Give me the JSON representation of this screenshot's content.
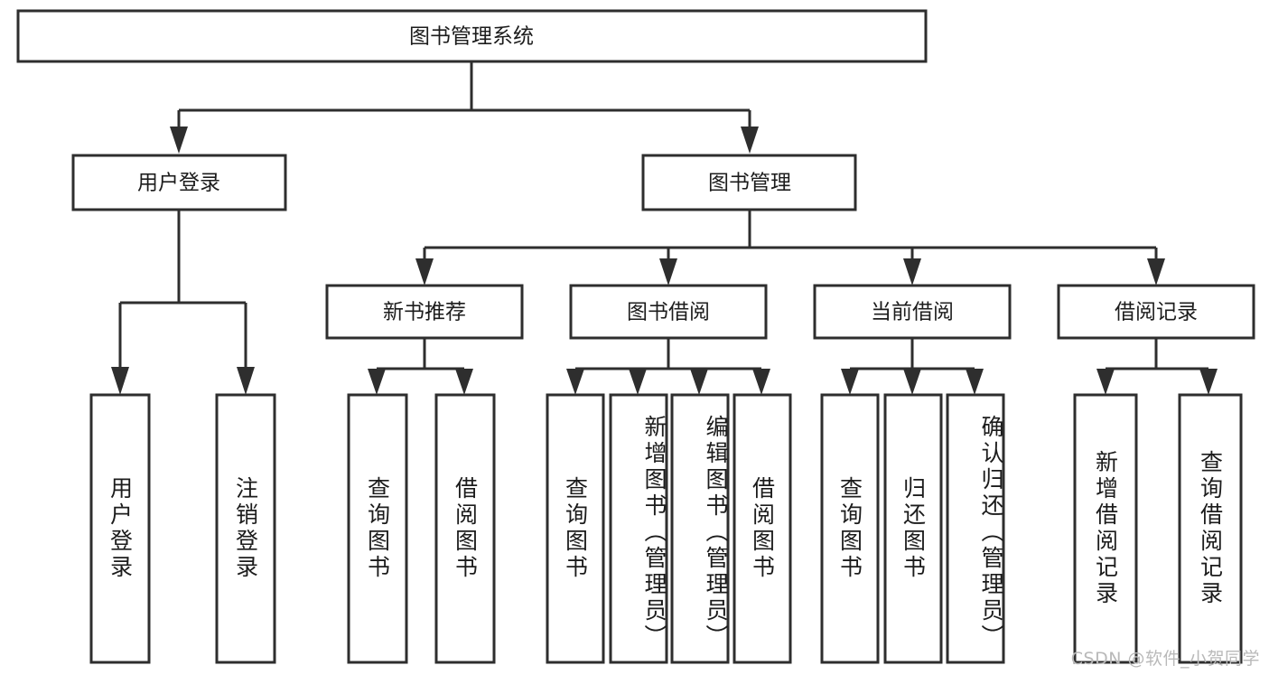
{
  "diagram": {
    "type": "tree-hierarchy-chart",
    "title": "图书管理系统",
    "watermark": "CSDN @软件_小贺同学",
    "colors": {
      "stroke": "#2e2e2e",
      "fill": "#ffffff",
      "text": "#1c1c1c",
      "watermark": "#b9b9b9"
    },
    "root": {
      "label": "图书管理系统"
    },
    "level1": [
      {
        "label": "用户登录"
      },
      {
        "label": "图书管理"
      }
    ],
    "level2": [
      {
        "label": "新书推荐"
      },
      {
        "label": "图书借阅"
      },
      {
        "label": "当前借阅"
      },
      {
        "label": "借阅记录"
      }
    ],
    "leaves": {
      "user_login": [
        {
          "label": "用户登录"
        },
        {
          "label": "注销登录"
        }
      ],
      "new_book_recommend": [
        {
          "label": "查询图书"
        },
        {
          "label": "借阅图书"
        }
      ],
      "book_borrow": [
        {
          "label": "查询图书"
        },
        {
          "label": "新增图书（管理员）"
        },
        {
          "label": "编辑图书（管理员）"
        },
        {
          "label": "借阅图书"
        }
      ],
      "current_borrow": [
        {
          "label": "查询图书"
        },
        {
          "label": "归还图书"
        },
        {
          "label": "确认归还（管理员）"
        }
      ],
      "borrow_record": [
        {
          "label": "新增借阅记录"
        },
        {
          "label": "查询借阅记录"
        }
      ]
    }
  }
}
